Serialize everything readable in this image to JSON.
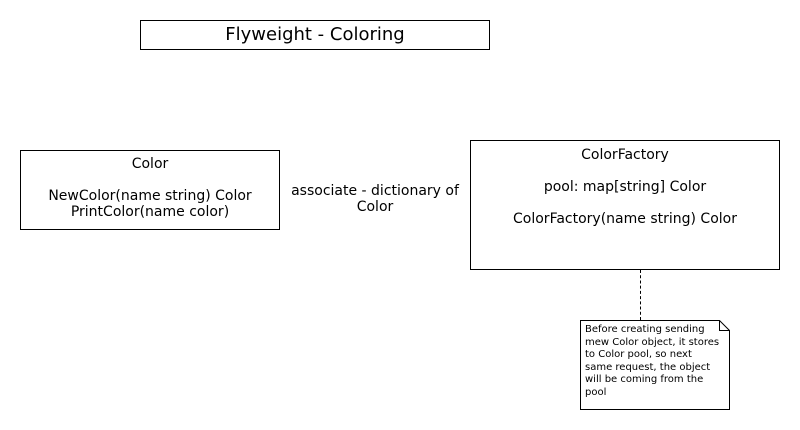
{
  "title": "Flyweight - Coloring",
  "color_class": {
    "name": "Color",
    "methods": [
      "NewColor(name string) Color",
      "PrintColor(name color)"
    ]
  },
  "factory_class": {
    "name": "ColorFactory",
    "attribute": "pool: map[string] Color",
    "constructor": "ColorFactory(name string) Color"
  },
  "association": {
    "label_line1": "associate - dictionary of",
    "label_line2": "Color"
  },
  "note": {
    "lines": [
      "Before creating sending",
      "mew Color object, it stores",
      "to Color pool, so next",
      "same request, the object",
      "will be coming from the",
      "pool"
    ]
  }
}
